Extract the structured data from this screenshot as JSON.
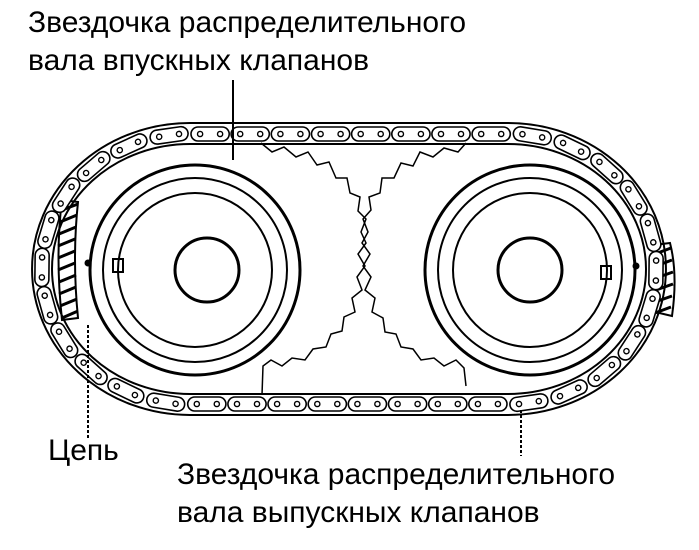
{
  "labels": {
    "intake_sprocket": [
      "Звездочка распределительного",
      "вала впускных клапанов"
    ],
    "chain": "Цепь",
    "exhaust_sprocket": [
      "Звездочка распределительного",
      "вала выпускных клапанов"
    ]
  },
  "colors": {
    "ink": "#000000",
    "paper": "#ffffff"
  }
}
